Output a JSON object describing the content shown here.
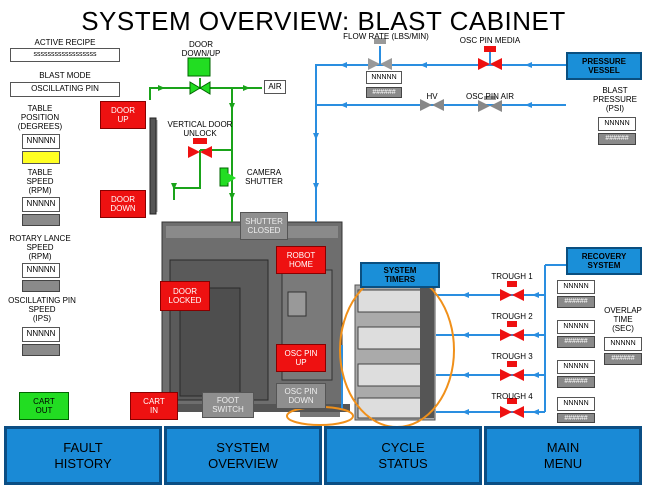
{
  "title": "SYSTEM OVERVIEW: BLAST CABINET",
  "left_panel": {
    "active_recipe_label": "ACTIVE RECIPE",
    "active_recipe_value": "ssssssssssssssssss",
    "blast_mode_label": "BLAST MODE",
    "blast_mode_value": "OSCILLATING PIN",
    "table_position_label": "TABLE\nPOSITION\n(DEGREES)",
    "table_position_value": "NNNNN",
    "table_speed_label": "TABLE\nSPEED\n(RPM)",
    "table_speed_value": "NNNNN",
    "rotary_lance_label": "ROTARY LANCE\nSPEED\n(RPM)",
    "rotary_lance_value": "NNNNN",
    "osc_pin_speed_label": "OSCILLATING PIN\nSPEED\n(IPS)",
    "osc_pin_speed_value": "NNNNN"
  },
  "valves": {
    "door_down_up": "DOOR\nDOWN/UP",
    "air": "AIR",
    "vertical_door_unlock": "VERTICAL DOOR\nUNLOCK",
    "camera_shutter": "CAMERA\nSHUTTER",
    "flow_rate": "FLOW RATE (LBS/MIN)",
    "flow_rate_value": "NNNNN",
    "flow_rate_bar": "######",
    "osc_pin_media": "OSC PIN MEDIA",
    "hv": "HV",
    "osc_pin_air": "OSC PIN AIR"
  },
  "status_buttons": {
    "door_up": "DOOR\nUP",
    "door_down": "DOOR\nDOWN",
    "shutter_closed": "SHUTTER\nCLOSED",
    "robot_home": "ROBOT\nHOME",
    "door_locked": "DOOR\nLOCKED",
    "osc_pin_up": "OSC PIN\nUP",
    "osc_pin_down": "OSC PIN\nDOWN",
    "foot_switch": "FOOT\nSWITCH",
    "cart_out": "CART\nOUT",
    "cart_in": "CART\nIN"
  },
  "right_panel": {
    "pressure_vessel": "PRESSURE\nVESSEL",
    "blast_pressure_label": "BLAST\nPRESSURE\n(PSI)",
    "blast_pressure_value": "NNNNN",
    "blast_pressure_bar": "######",
    "recovery_system": "RECOVERY\nSYSTEM",
    "system_timers": "SYSTEM\nTIMERS",
    "overlap_time_label": "OVERLAP\nTIME\n(SEC)",
    "overlap_time_value": "NNNNN",
    "overlap_time_bar": "######",
    "troughs": [
      {
        "label": "TROUGH 1",
        "value": "NNNNN",
        "bar": "######"
      },
      {
        "label": "TROUGH 2",
        "value": "NNNNN",
        "bar": "######"
      },
      {
        "label": "TROUGH 3",
        "value": "NNNNN",
        "bar": "######"
      },
      {
        "label": "TROUGH 4",
        "value": "NNNNN",
        "bar": "######"
      }
    ]
  },
  "nav": {
    "fault_history": "FAULT\nHISTORY",
    "system_overview": "SYSTEM\nOVERVIEW",
    "cycle_status": "CYCLE\nSTATUS",
    "main_menu": "MAIN\nMENU"
  },
  "colors": {
    "nav_blue": "#1a8ad6",
    "red_status": "#ee1111",
    "green_status": "#22dd22",
    "pipe_blue": "#2a8ee0",
    "pipe_green": "#1aa31a",
    "orange_highlight": "#f0901a"
  }
}
